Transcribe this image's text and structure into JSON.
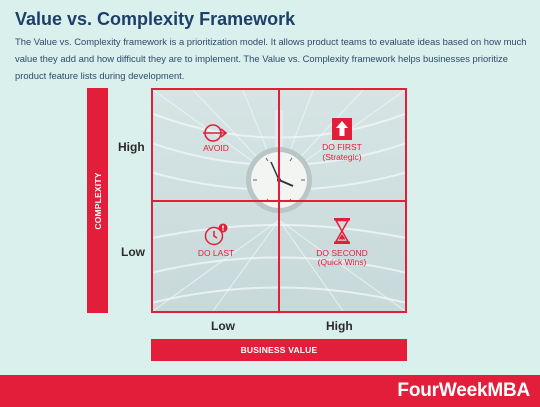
{
  "title": "Value vs. Complexity Framework",
  "description": "The Value vs. Complexity framework is a prioritization model. It allows product teams to evaluate ideas based on how much value they add and how difficult they are to implement. The Value vs. Complexity framework helps businesses prioritize product feature lists during development.",
  "y_axis": {
    "label": "COMPLEXITY",
    "high": "High",
    "low": "Low"
  },
  "x_axis": {
    "label": "BUSINESS VALUE",
    "low": "Low",
    "high": "High"
  },
  "quadrants": {
    "top_left": {
      "label": "AVOID",
      "icon": "loop-arrow-icon"
    },
    "top_right": {
      "label": "DO FIRST",
      "sublabel": "(Strategic)",
      "icon": "up-arrow-icon"
    },
    "bottom_left": {
      "label": "DO LAST",
      "icon": "clock-alert-icon"
    },
    "bottom_right": {
      "label": "DO SECOND",
      "sublabel": "(Quick Wins)",
      "icon": "hourglass-icon"
    }
  },
  "brand": "FourWeekMBA",
  "colors": {
    "accent": "#e31e3a",
    "background": "#d9f0ec",
    "title": "#1e3f6a"
  }
}
